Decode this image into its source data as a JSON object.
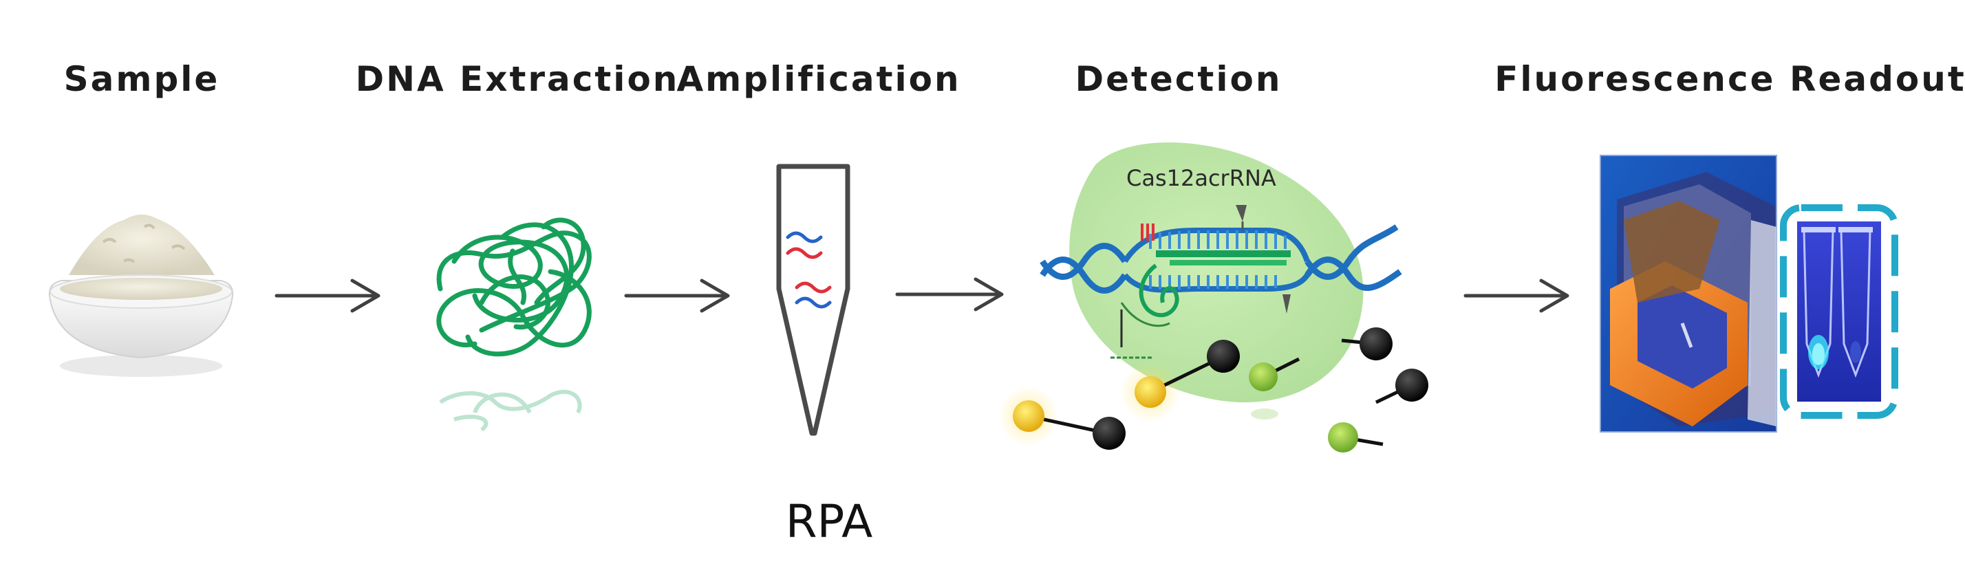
{
  "steps": {
    "sample": "Sample",
    "extraction": "DNA Extraction",
    "amplification": "Amplification",
    "detection": "Detection",
    "readout": "Fluorescence Readout"
  },
  "amplification_method": "RPA",
  "complex_label": "Cas12acrRNA",
  "icons": [
    "powder-bowl-icon",
    "dna-tangle-icon",
    "reaction-tube-icon",
    "cas12a-dna-complex-icon",
    "reporter-probe-icon",
    "uv-transilluminator-photo",
    "fluorescent-tubes-photo"
  ],
  "colors": {
    "dna_green": "#17a05a",
    "dna_blue": "#1e6fbf",
    "strand_red": "#e0303c",
    "blob_green": "#bfe6a9",
    "fluor_yellow": "#f2c418",
    "fluor_green": "#8cc63f",
    "quencher": "#111111",
    "device_orange": "#f07d1a",
    "device_blue": "#1d3fbf",
    "highlight_cyan": "#23a9c9"
  }
}
